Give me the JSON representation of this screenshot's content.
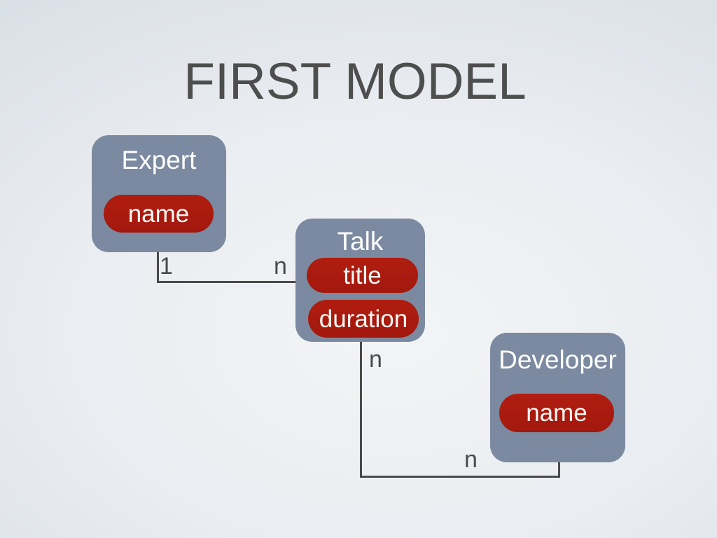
{
  "slide": {
    "title": "FIRST MODEL",
    "diagram": {
      "entities": [
        {
          "id": "expert",
          "label": "Expert",
          "attributes": [
            "name"
          ]
        },
        {
          "id": "talk",
          "label": "Talk",
          "attributes": [
            "title",
            "duration"
          ]
        },
        {
          "id": "developer",
          "label": "Developer",
          "attributes": [
            "name"
          ]
        }
      ],
      "relationships": [
        {
          "from": "Expert",
          "to": "Talk",
          "from_cardinality": "1",
          "to_cardinality": "n"
        },
        {
          "from": "Talk",
          "to": "Developer",
          "from_cardinality": "n",
          "to_cardinality": "n"
        }
      ]
    },
    "colors": {
      "background_light": "#F2F4F6",
      "background_dark": "#D9DFE6",
      "entity_fill": "#7B8AA0",
      "attribute_fill": "#A81B10",
      "connector": "#4A4A4A",
      "title_text": "#4E4E4E",
      "shape_text": "#FFFFFF"
    }
  }
}
